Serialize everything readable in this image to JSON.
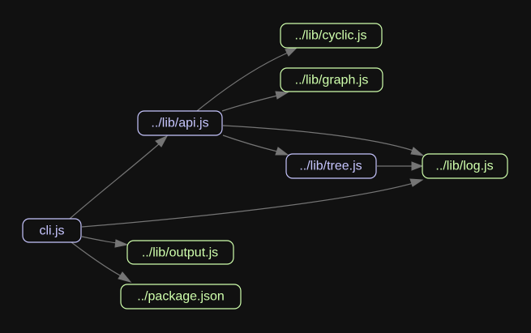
{
  "graph": {
    "nodes": {
      "cli": {
        "label": "cli.js",
        "kind": "local"
      },
      "api": {
        "label": "../lib/api.js",
        "kind": "local"
      },
      "cyclic": {
        "label": "../lib/cyclic.js",
        "kind": "leaf"
      },
      "graph": {
        "label": "../lib/graph.js",
        "kind": "leaf"
      },
      "tree": {
        "label": "../lib/tree.js",
        "kind": "local"
      },
      "log": {
        "label": "../lib/log.js",
        "kind": "leaf"
      },
      "output": {
        "label": "../lib/output.js",
        "kind": "leaf"
      },
      "package": {
        "label": "../package.json",
        "kind": "leaf"
      }
    },
    "edges": [
      [
        "cli",
        "api"
      ],
      [
        "cli",
        "log"
      ],
      [
        "cli",
        "output"
      ],
      [
        "cli",
        "package"
      ],
      [
        "api",
        "cyclic"
      ],
      [
        "api",
        "graph"
      ],
      [
        "api",
        "log"
      ],
      [
        "api",
        "tree"
      ],
      [
        "tree",
        "log"
      ]
    ],
    "colors": {
      "background": "#111111",
      "local": "#c6c5fe",
      "leaf": "#cfffac",
      "edge": "#757575"
    }
  }
}
